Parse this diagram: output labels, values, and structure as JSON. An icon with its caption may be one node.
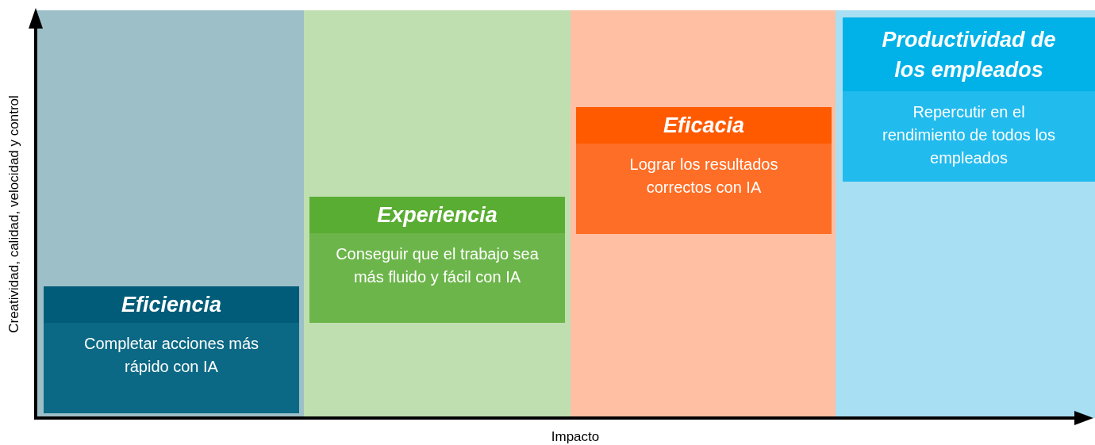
{
  "diagram": {
    "nodes": [
      {
        "text": [],
        "shape": "box"
      },
      {
        "text": [
          "Eficiencia",
          "Completar acciones más rápido con IA"
        ],
        "in": 0
      },
      {
        "text": [],
        "shape": "box"
      },
      {
        "text": [
          "Experiencia",
          "Conseguir que el trabajo sea más fluido y fácil con IA"
        ],
        "in": 2
      },
      {
        "text": [],
        "shape": "box"
      },
      {
        "text": [
          "Eficacia",
          "Lograr los resultados correctos con IA"
        ],
        "in": 4
      },
      {
        "text": [],
        "shape": "box"
      },
      {
        "text": [
          "Productividad de los empleados",
          "Repercutir en el rendimiento de todos los empleados"
        ],
        "in": 6
      }
    ],
    "edges": [],
    "labels": [
      "Creatividad, calidad, velocidad y control",
      "Impacto"
    ]
  }
}
